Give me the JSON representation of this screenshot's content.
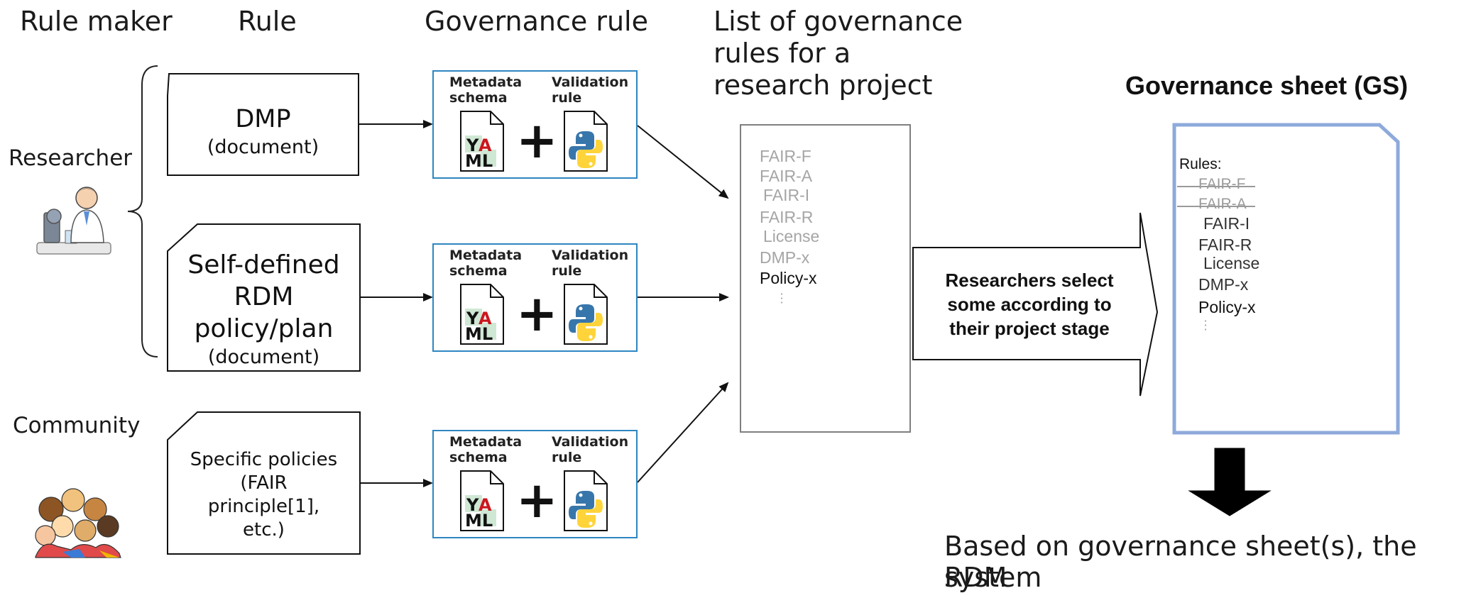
{
  "headers": {
    "rule_maker": "Rule maker",
    "rule": "Rule",
    "governance_rule": "Governance rule",
    "list_title": [
      "List of governance",
      "rules for a",
      "research project"
    ],
    "gs_title": "Governance sheet (GS)"
  },
  "makers": {
    "researcher": "Researcher",
    "community": "Community"
  },
  "documents": {
    "dmp_title": "DMP",
    "dmp_sub": "(document)",
    "self_defined": [
      "Self-defined",
      "RDM",
      "policy/plan"
    ],
    "self_defined_sub": "(document)",
    "specific": [
      "Specific policies",
      "(FAIR",
      "principle[1],",
      "etc.)"
    ]
  },
  "governance_box": {
    "metadata_label": [
      "Metadata",
      "schema"
    ],
    "validation_label": [
      "Validation",
      "rule"
    ],
    "plus": "+",
    "yaml_letters": [
      "YA",
      "ML"
    ]
  },
  "rule_list": {
    "items": [
      "FAIR-F",
      "FAIR-A",
      "FAIR-I",
      "FAIR-R",
      "License",
      "DMP-x",
      "Policy-x"
    ]
  },
  "selection_arrow": {
    "text": [
      "Researchers select",
      "some according to",
      "their project stage"
    ]
  },
  "governance_sheet": {
    "rules_label": "Rules:",
    "items": [
      "FAIR-F",
      "FAIR-A",
      "FAIR-I",
      "FAIR-R",
      "License",
      "DMP-x",
      "Policy-x"
    ],
    "struck": [
      "FAIR-F",
      "FAIR-A"
    ]
  },
  "footer": {
    "text": [
      "Based on governance sheet(s), the RDM",
      "system"
    ]
  },
  "colors": {
    "box_border": "#2e86c1",
    "sheet_border": "#8eaadb",
    "list_border": "#7f7f7f",
    "python_blue": "#3776ab",
    "python_yellow": "#ffd43b",
    "yaml_red": "#cb171e"
  },
  "icons": [
    "researcher-microscope-icon",
    "community-crowd-icon",
    "yaml-file-icon",
    "python-file-icon",
    "down-arrow-icon"
  ]
}
